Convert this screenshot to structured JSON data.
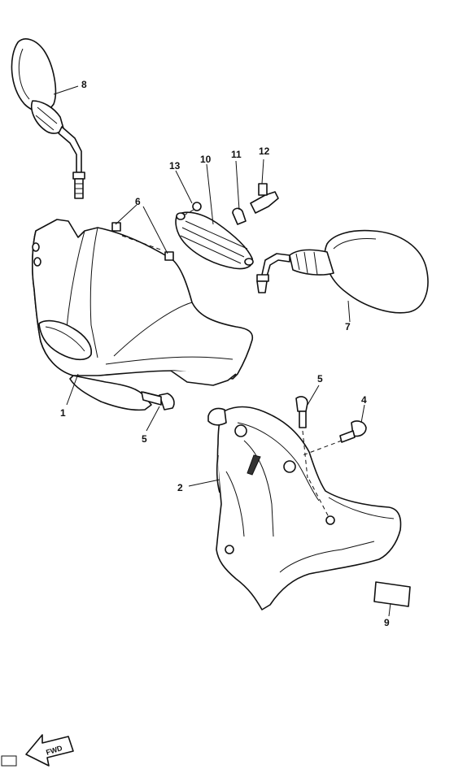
{
  "callouts": [
    {
      "id": "1",
      "text": "1"
    },
    {
      "id": "2",
      "text": "2"
    },
    {
      "id": "4",
      "text": "4"
    },
    {
      "id": "5a",
      "text": "5"
    },
    {
      "id": "5b",
      "text": "5"
    },
    {
      "id": "6",
      "text": "6"
    },
    {
      "id": "7",
      "text": "7"
    },
    {
      "id": "8",
      "text": "8"
    },
    {
      "id": "9",
      "text": "9"
    },
    {
      "id": "10",
      "text": "10"
    },
    {
      "id": "11",
      "text": "11"
    },
    {
      "id": "12",
      "text": "12"
    },
    {
      "id": "13",
      "text": "13"
    }
  ],
  "direction_badge": {
    "text": "FWD",
    "icon": "arrow-icon"
  }
}
